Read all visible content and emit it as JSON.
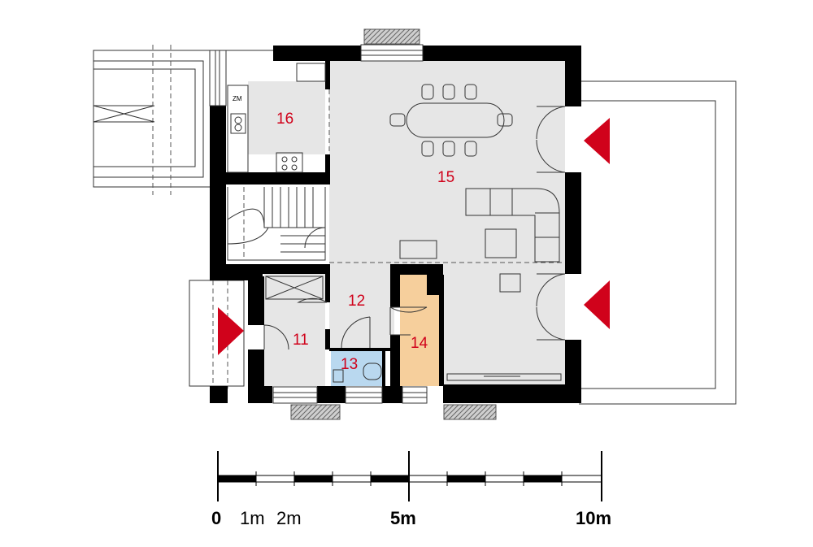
{
  "rooms": [
    {
      "id": "11",
      "label": "11"
    },
    {
      "id": "12",
      "label": "12"
    },
    {
      "id": "13",
      "label": "13"
    },
    {
      "id": "14",
      "label": "14"
    },
    {
      "id": "15",
      "label": "15"
    },
    {
      "id": "16",
      "label": "16"
    }
  ],
  "kitchen_tag": "ZM",
  "scale": {
    "labels": [
      {
        "text": "0",
        "bold": true
      },
      {
        "text": "1m",
        "bold": false
      },
      {
        "text": "2m",
        "bold": false
      },
      {
        "text": "5m",
        "bold": true
      },
      {
        "text": "10m",
        "bold": true
      }
    ]
  },
  "colors": {
    "wall": "#000000",
    "floor": "#e6e6e6",
    "room_13": "#b9d8ef",
    "room_14": "#f6cf9c",
    "entrance_marker": "#d0021b",
    "hatch": "#999999"
  }
}
